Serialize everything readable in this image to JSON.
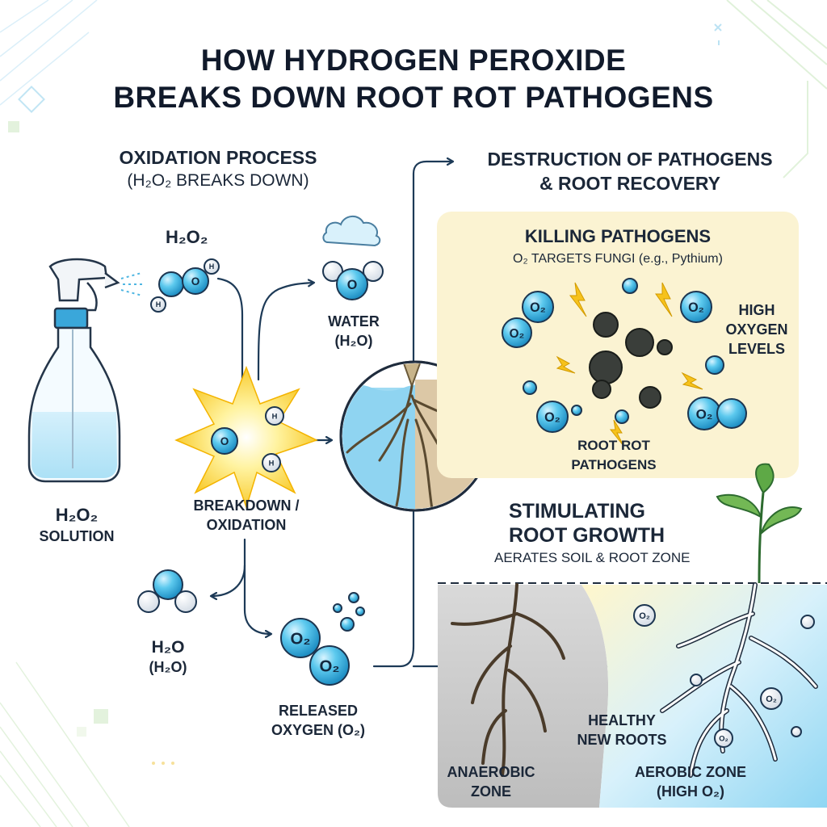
{
  "title": {
    "line1": "HOW HYDROGEN PEROXIDE",
    "line2": "BREAKS DOWN ROOT ROT PATHOGENS"
  },
  "oxidation": {
    "heading": "OXIDATION PROCESS",
    "subheading": "(H₂O₂ BREAKS DOWN)",
    "h2o2_label": "H₂O₂",
    "solution_line1": "H₂O₂",
    "solution_line2": "SOLUTION",
    "breakdown_line1": "BREAKDOWN /",
    "breakdown_line2": "OXIDATION",
    "water_line1": "WATER",
    "water_line2": "(H₂O)",
    "h2o_line1": "H₂O",
    "h2o_line2": "(H₂O)",
    "released_line1": "RELEASED",
    "released_line2": "OXYGEN (O₂)"
  },
  "destruction": {
    "heading_line1": "DESTRUCTION OF PATHOGENS",
    "heading_line2": "& ROOT RECOVERY",
    "killing_title": "KILLING PATHOGENS",
    "killing_sub": "O₂ TARGETS FUNGI (e.g., Pythium)",
    "high_oxygen_line1": "HIGH",
    "high_oxygen_line2": "OXYGEN",
    "high_oxygen_line3": "LEVELS",
    "pathogens_line1": "ROOT ROT",
    "pathogens_line2": "PATHOGENS"
  },
  "growth": {
    "title_line1": "STIMULATING",
    "title_line2": "ROOT GROWTH",
    "sub": "AERATES SOIL & ROOT ZONE",
    "healthy_line1": "HEALTHY",
    "healthy_line2": "NEW ROOTS",
    "anaerobic_line1": "ANAEROBIC",
    "anaerobic_line2": "ZONE",
    "aerobic_line1": "AEROBIC ZONE",
    "aerobic_line2": "(HIGH O₂)"
  },
  "molecule_labels": {
    "hydrogen": "H",
    "oxygen": "O",
    "o2": "O₂"
  },
  "icons": [
    "spray-bottle-icon",
    "cloud-icon",
    "plant-sprout-icon",
    "pathogen-icon",
    "lightning-icon"
  ],
  "colors": {
    "molecule_blue": "#4fc3e8",
    "burst_yellow": "#fbd83a",
    "killing_panel": "#fbf3d2",
    "anaerobic_zone": "#c9c9c9",
    "aerobic_zone": "#bfe6f6",
    "arrow": "#1d3a57"
  }
}
